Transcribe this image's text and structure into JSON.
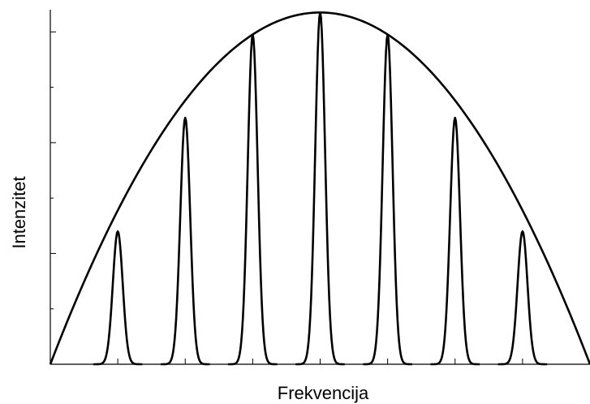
{
  "chart_data": {
    "type": "line",
    "title": "",
    "xlabel": "Frekvencija",
    "ylabel": "Intenzitet",
    "xlim": [
      0,
      8
    ],
    "ylim": [
      0,
      6.4
    ],
    "y_minor_ticks": [
      1,
      2,
      3,
      4,
      5,
      6
    ],
    "y_major_ticks": [
      2,
      4,
      6
    ],
    "x_ticks": [
      1,
      2,
      3,
      4,
      5,
      6,
      7
    ],
    "grid": false,
    "legend": "none",
    "line_color": "#000000",
    "series": [
      {
        "kind": "envelope",
        "curve": "parabola",
        "x": [
          0,
          4,
          8
        ],
        "y": [
          0,
          6.35,
          0
        ]
      },
      {
        "kind": "modes",
        "shape": "peak",
        "half_width": 0.14,
        "x": [
          1,
          2,
          3,
          4,
          5,
          6,
          7
        ],
        "y": [
          2.4,
          4.45,
          5.95,
          6.35,
          5.95,
          4.45,
          2.4
        ]
      }
    ]
  }
}
